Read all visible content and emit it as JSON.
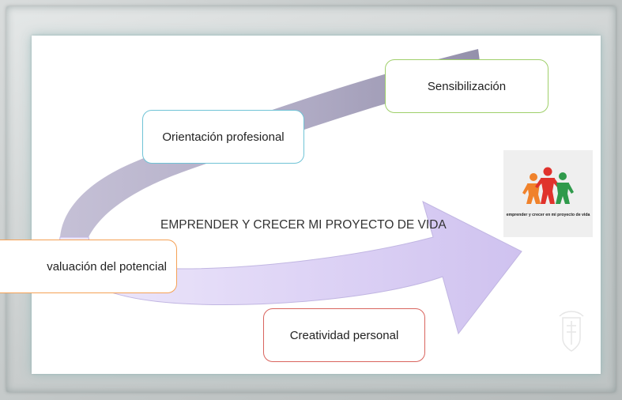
{
  "diagram": {
    "center_title": "EMPRENDER Y CRECER MI PROYECTO DE VIDA",
    "stages": [
      {
        "id": "sensibilizacion",
        "label": "Sensibilización",
        "border_color": "#9fcf6a"
      },
      {
        "id": "orientacion",
        "label": "Orientación profesional",
        "border_color": "#6fc3d6"
      },
      {
        "id": "evaluacion",
        "label": "valuación del potencial",
        "border_color": "#f5a155"
      },
      {
        "id": "creatividad",
        "label": "Creatividad personal",
        "border_color": "#d9645e"
      }
    ],
    "arrow_colors": {
      "top": "#a9a4bf",
      "bottom": "#dcd2f3",
      "edge": "#b6a9d9"
    }
  },
  "logo": {
    "caption": "emprender y crecer en mi proyecto de vida",
    "figure_colors": [
      "#f0822b",
      "#e0322c",
      "#2f9a4b"
    ]
  }
}
